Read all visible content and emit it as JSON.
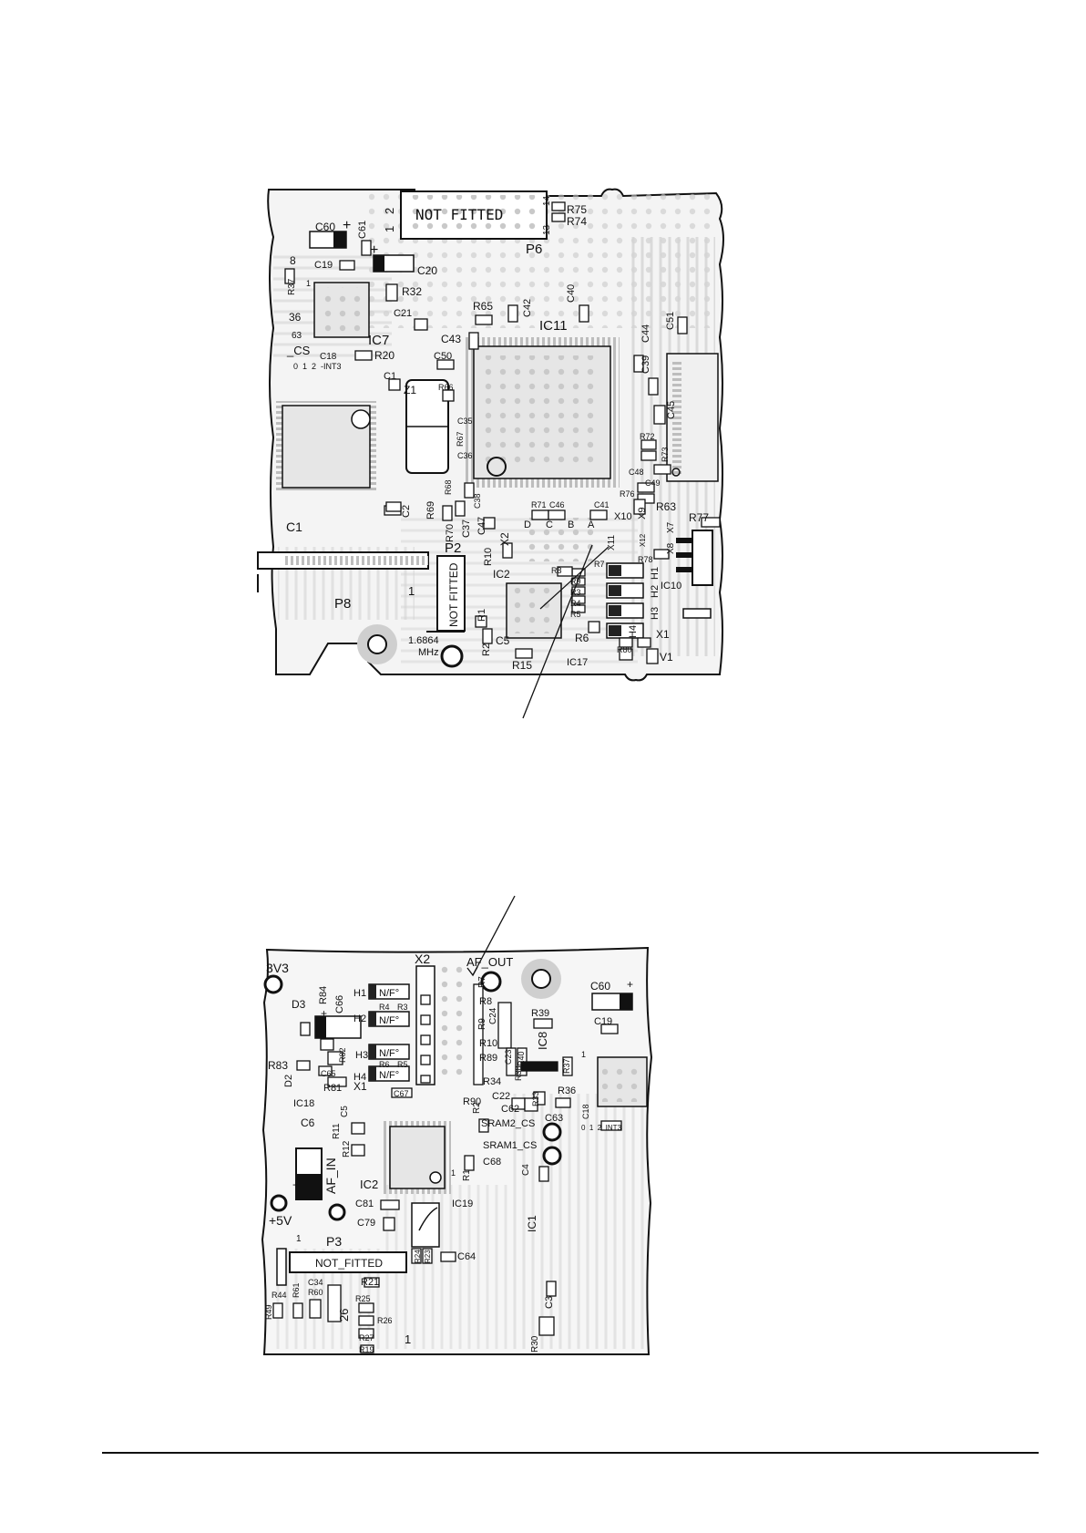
{
  "board_top": {
    "silkscreen": {
      "p6_not_fitted": "NOT FITTED",
      "p6_pin2": "2",
      "p6_pin1": "1",
      "p6_pin14": "14",
      "p6_pin13": "13",
      "p6": "P6",
      "r75": "R75",
      "r74": "R74",
      "c60": "C60",
      "plus1": "+",
      "c61": "C61",
      "num8": "8",
      "c19": "C19",
      "plus2": "+",
      "c20": "C20",
      "r37": "R37",
      "num1": "1",
      "r32": "R32",
      "c21": "C21",
      "num36": "36",
      "num63": "63",
      "ic7": "IC7",
      "cs": "_CS",
      "c18": "C18",
      "r20": "R20",
      "cs_jumpers": "0  1  2  -INT3",
      "r65": "R65",
      "c42": "C42",
      "c40": "C40",
      "ic11": "IC11",
      "c44": "C44",
      "c51": "C51",
      "c43": "C43",
      "c50": "C50",
      "c39": "C39",
      "c1_top": "C1",
      "z1": "Z1",
      "r66": "R66",
      "c35": "C35",
      "r67": "R67",
      "c36": "C36",
      "c45": "C45",
      "r72": "R72",
      "r73": "R73",
      "c48": "C48",
      "c49": "C49",
      "r76": "R76",
      "r63": "R63",
      "r68": "R68",
      "r69": "R69",
      "c38": "C38",
      "c37": "C37",
      "r70": "R70",
      "c2": "C2",
      "c1": "C1",
      "r71": "R71",
      "c46": "C46",
      "c41": "C41",
      "x10": "X10",
      "x9": "X9",
      "r77": "R77",
      "x7": "X7",
      "x8": "X8",
      "d": "D",
      "c": "C",
      "b": "B",
      "a": "A",
      "x11": "X11",
      "x12": "X12",
      "c47": "C47",
      "x2": "X2",
      "p2": "P2",
      "r10": "R10",
      "p2_not_fitted": "NOT FITTED",
      "r78": "R78",
      "ic2": "IC2",
      "r8": "R8",
      "r7": "R7",
      "r9": "R9",
      "r3": "R3",
      "r4": "R4",
      "r5": "R5",
      "h1": "H1",
      "h2": "H2",
      "h3": "H3",
      "h4": "H4",
      "ic10": "IC10",
      "p8": "P8",
      "p8_pin1": "1",
      "r1": "R1",
      "r6": "R6",
      "x1": "X1",
      "r2": "R2",
      "c5": "C5",
      "r80": "R80",
      "r15": "R15",
      "ic17": "IC17",
      "v1": "V1",
      "freq": "1.6864",
      "mhz": "MHz"
    }
  },
  "board_bottom": {
    "silkscreen": {
      "v3v3": "3V3",
      "x2": "X2",
      "af_out": "AF_OUT",
      "c60": "C60",
      "plus": "+",
      "r84": "R84",
      "d3": "D3",
      "plus_d3": "+",
      "c66": "C66",
      "h1": "H1",
      "h2": "H2",
      "h3": "H3",
      "h4": "H4",
      "nf1": "N/F°",
      "nf2": "N/F°",
      "nf3": "N/F°",
      "nf4": "N/F°",
      "r4": "R4",
      "r3": "R3",
      "r6": "R6",
      "r5": "R5",
      "r7": "R7",
      "r8": "R8",
      "r9": "R9",
      "c24": "C24",
      "r39": "R39",
      "c19": "C19",
      "r10": "R10",
      "r89": "R89",
      "ic8": "IC8",
      "c23": "C23",
      "r40": "R40",
      "r38": "R38",
      "r37": "R37",
      "num1": "1",
      "r83": "R83",
      "r82": "R82",
      "c65": "C65",
      "d2": "D2",
      "r81": "R81",
      "x1": "X1",
      "c67": "C67",
      "r34": "R34",
      "r90": "R90",
      "c22": "C22",
      "r36": "R36",
      "c62": "C62",
      "r33": "R33",
      "c63": "C63",
      "ic18": "IC18",
      "c6": "C6",
      "c5": "C5",
      "r2": "R2",
      "sram2": "SRAM2_CS",
      "c18": "C18",
      "jumpers": "0  1  2  INT3",
      "r11": "R11",
      "r12": "R12",
      "sram1": "SRAM1_CS",
      "r1": "R1",
      "c68": "C68",
      "c4": "C4",
      "pin1": "1",
      "af_in": "AF_IN",
      "plus_c6": "+",
      "ic2": "IC2",
      "c81": "C81",
      "ic19": "IC19",
      "v5": "+5V",
      "c79": "C79",
      "ic1": "IC1",
      "p3": "P3",
      "p3_pin1": "1",
      "r24": "R24",
      "r23": "R23",
      "c64": "C64",
      "p3_not_fitted": "NOT_FITTED",
      "r21": "R21",
      "r44": "R44",
      "r61": "R61",
      "c34": "C34",
      "r60": "R60",
      "num26": "26",
      "r25": "R25",
      "r49": "R49",
      "r26": "R26",
      "c3": "C3",
      "r27": "R27",
      "num1b": "1",
      "r30": "R30",
      "r19": "R19"
    }
  }
}
